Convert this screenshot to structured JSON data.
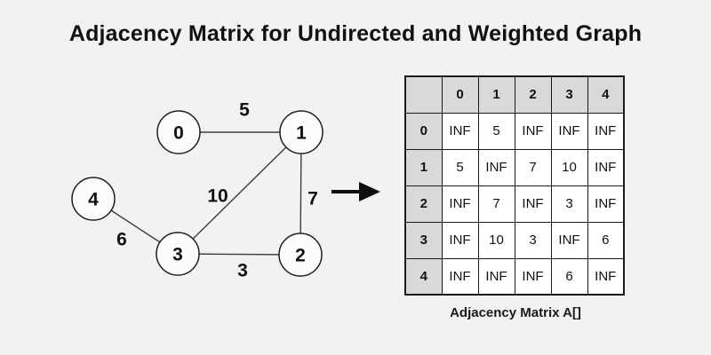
{
  "title": "Adjacency Matrix for Undirected and Weighted Graph",
  "graph": {
    "nodes": [
      {
        "label": "0"
      },
      {
        "label": "1"
      },
      {
        "label": "2"
      },
      {
        "label": "3"
      },
      {
        "label": "4"
      }
    ],
    "edges": [
      {
        "from": "0",
        "to": "1",
        "weight": "5"
      },
      {
        "from": "1",
        "to": "2",
        "weight": "7"
      },
      {
        "from": "1",
        "to": "3",
        "weight": "10"
      },
      {
        "from": "2",
        "to": "3",
        "weight": "3"
      },
      {
        "from": "3",
        "to": "4",
        "weight": "6"
      }
    ]
  },
  "matrix": {
    "column_headers": [
      "0",
      "1",
      "2",
      "3",
      "4"
    ],
    "row_headers": [
      "0",
      "1",
      "2",
      "3",
      "4"
    ],
    "rows": [
      [
        "INF",
        "5",
        "INF",
        "INF",
        "INF"
      ],
      [
        "5",
        "INF",
        "7",
        "10",
        "INF"
      ],
      [
        "INF",
        "7",
        "INF",
        "3",
        "INF"
      ],
      [
        "INF",
        "10",
        "3",
        "INF",
        "6"
      ],
      [
        "INF",
        "INF",
        "INF",
        "6",
        "INF"
      ]
    ],
    "caption": "Adjacency Matrix A[]"
  }
}
